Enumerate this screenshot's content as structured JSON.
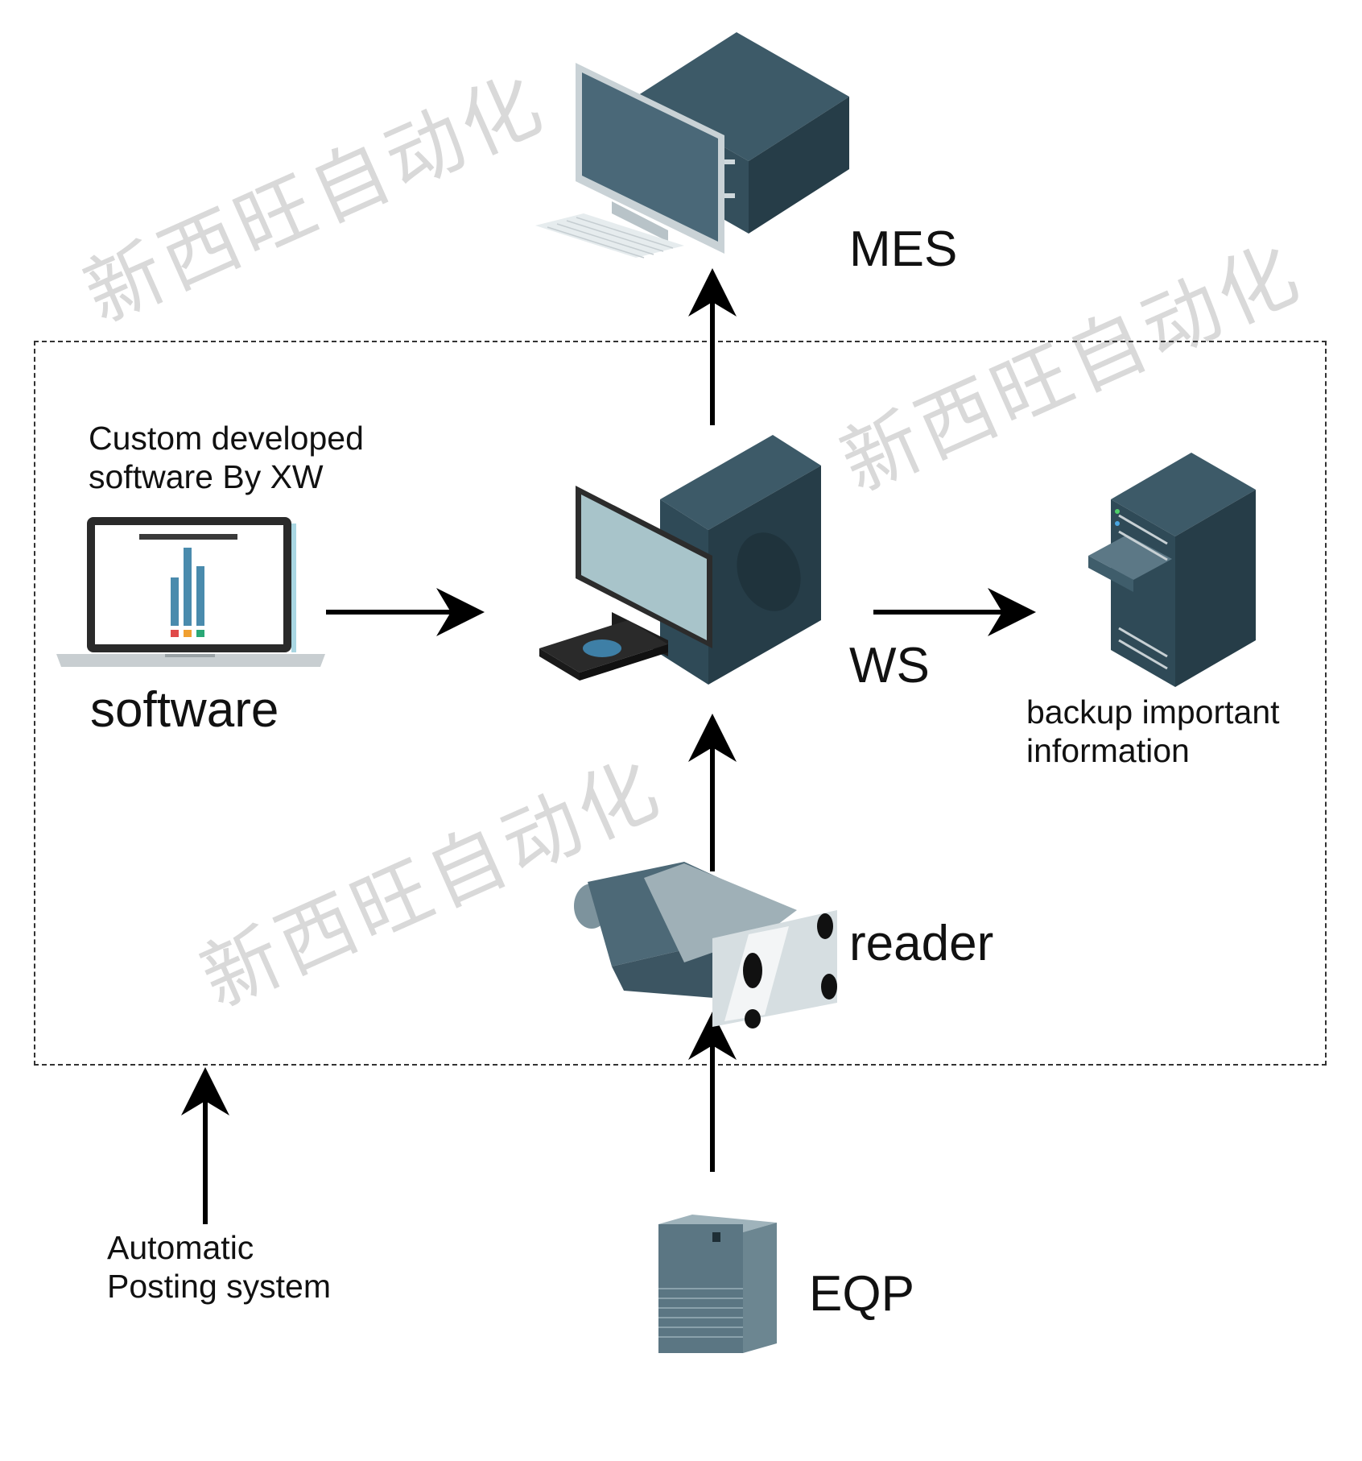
{
  "watermark": "新西旺自动化",
  "nodes": {
    "mes": {
      "label": "MES",
      "icon": "desktop-server-icon"
    },
    "ws": {
      "label": "WS",
      "icon": "workstation-icon"
    },
    "software": {
      "title": "Custom developed\nsoftware By XW",
      "label": "software",
      "icon": "laptop-chart-icon"
    },
    "backup": {
      "label": "backup important\ninformation",
      "icon": "server-rack-icon"
    },
    "reader": {
      "label": "reader",
      "icon": "barcode-reader-icon"
    },
    "eqp": {
      "label": "EQP",
      "icon": "equipment-cabinet-icon"
    },
    "aps": {
      "label": "Automatic\nPosting system"
    }
  },
  "edges": [
    {
      "from": "ws",
      "to": "mes"
    },
    {
      "from": "software",
      "to": "ws"
    },
    {
      "from": "ws",
      "to": "backup"
    },
    {
      "from": "reader",
      "to": "ws"
    },
    {
      "from": "eqp",
      "to": "reader"
    },
    {
      "from": "aps",
      "to": "boundary"
    }
  ],
  "colors": {
    "dark": "#2f4a57",
    "mid": "#3f5d6b",
    "light": "#5c7886",
    "screen": "#9fbfc6",
    "silver": "#c9d2d6"
  }
}
